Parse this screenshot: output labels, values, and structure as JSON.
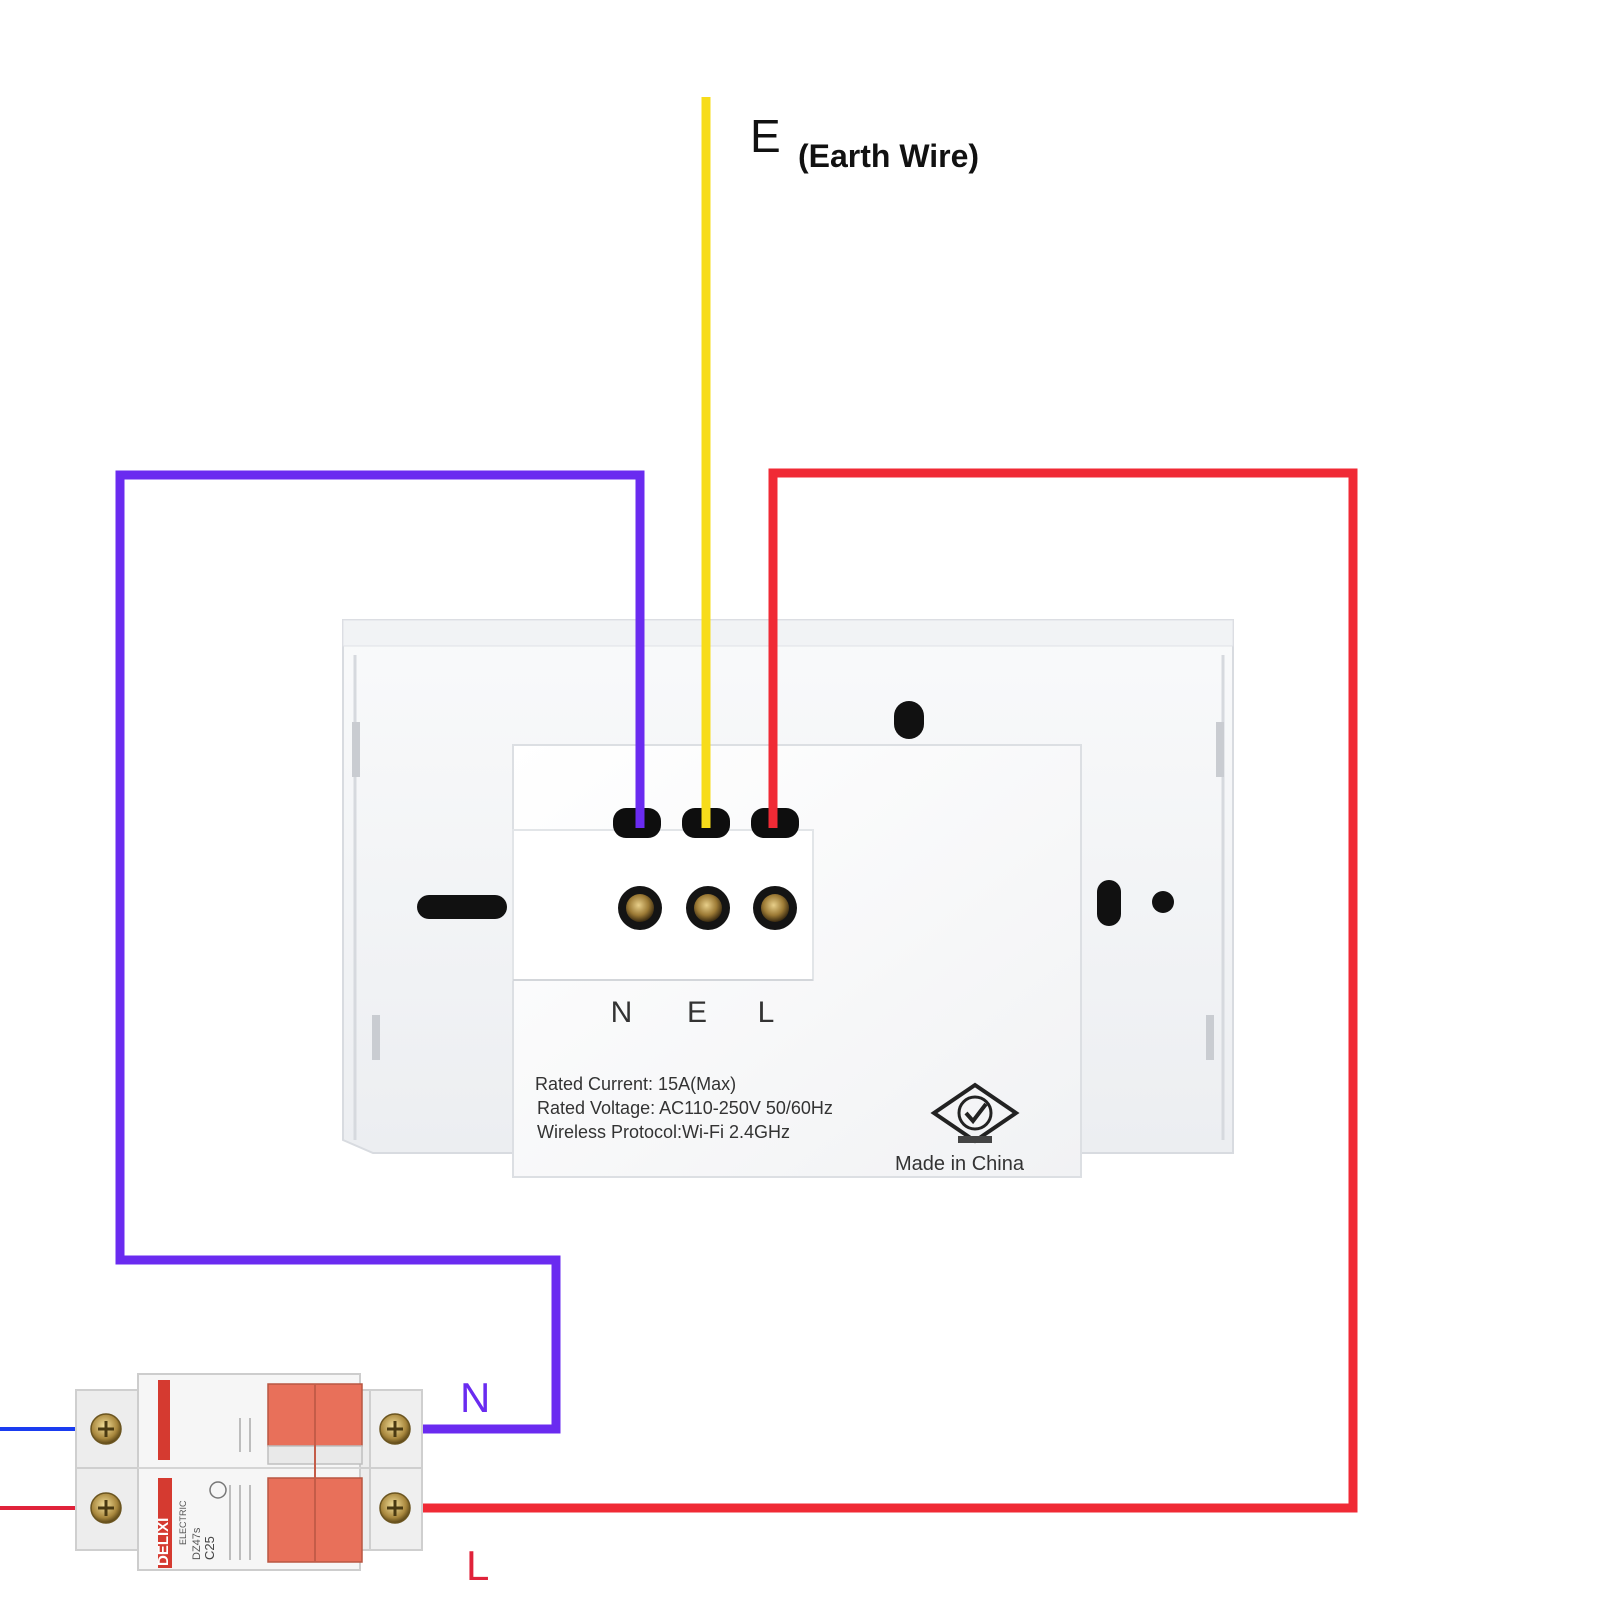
{
  "colors": {
    "neutral_wire": "#6a2bf0",
    "earth_wire": "#f7dc1a",
    "live_wire": "#f02a35",
    "input_neutral": "#1a3cf0",
    "input_live": "#e0223a",
    "device_body": "#f4f5f7",
    "breaker_handle": "#e8705a",
    "breaker_brand": "#d53a30"
  },
  "earth_label": {
    "letter": "E",
    "text": "(Earth Wire)"
  },
  "terminal_labels": [
    "N",
    "E",
    "L"
  ],
  "device_spec": {
    "rated_current": "Rated Current: 15A(Max)",
    "rated_voltage": "Rated Voltage: AC110-250V 50/60Hz",
    "wireless_protocol": "Wireless Protocol:Wi-Fi 2.4GHz",
    "origin": "Made in China",
    "cert_mark_icon": "rcm-check-mark-icon"
  },
  "breaker": {
    "brand": "DELIXI",
    "sub_brand": "ELECTRIC",
    "model": "DZ47s",
    "rating": "C25",
    "n_label": "N",
    "l_label": "L"
  }
}
